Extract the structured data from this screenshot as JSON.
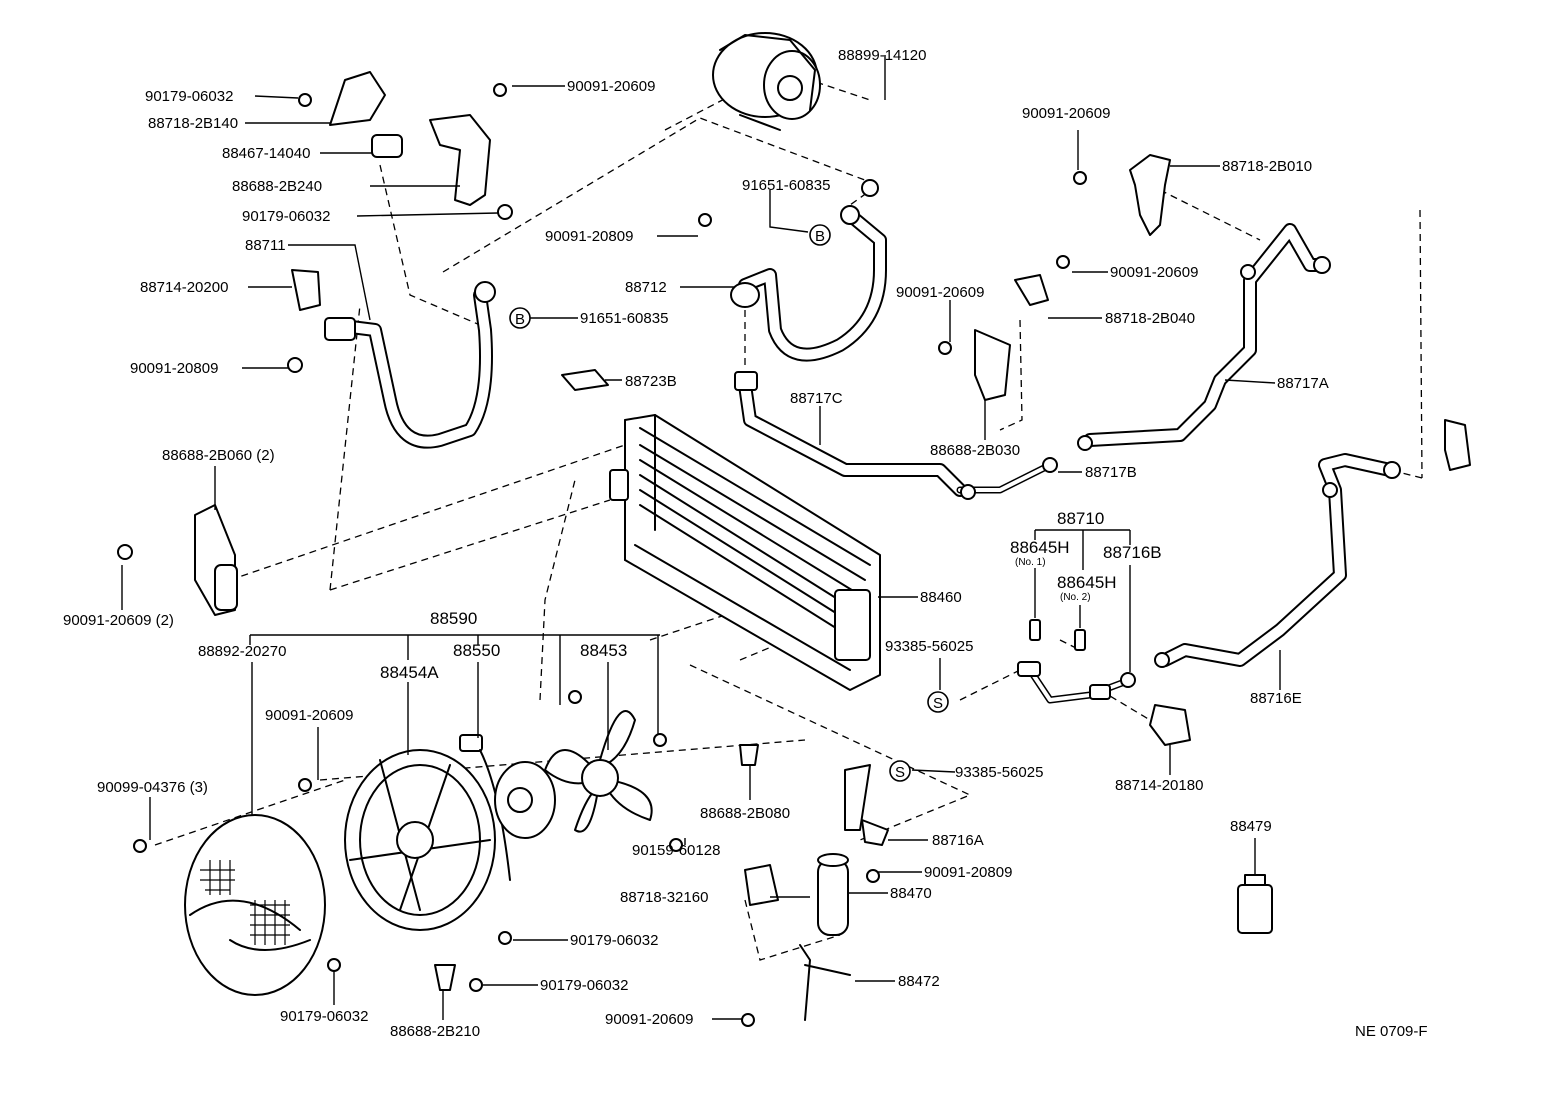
{
  "diagram_code": "NE 0709-F",
  "callouts": {
    "B": "B",
    "S": "S"
  },
  "labels": {
    "p_90179_06032_a": "90179-06032",
    "p_88718_2B140": "88718-2B140",
    "p_88467_14040": "88467-14040",
    "p_88688_2B240": "88688-2B240",
    "p_90179_06032_b": "90179-06032",
    "p_88711": "88711",
    "p_88714_20200": "88714-20200",
    "p_90091_20809_a": "90091-20809",
    "p_90091_20609_top": "90091-20609",
    "p_88899_14120": "88899-14120",
    "p_91651_60835_a": "91651-60835",
    "p_90091_20809_b": "90091-20809",
    "p_88712": "88712",
    "p_91651_60835_b": "91651-60835",
    "p_88723B": "88723B",
    "p_90091_20609_r1": "90091-20609",
    "p_88718_2B010": "88718-2B010",
    "p_90091_20609_r2": "90091-20609",
    "p_90091_20609_r3": "90091-20609",
    "p_88718_2B040": "88718-2B040",
    "p_88717A": "88717A",
    "p_88717C": "88717C",
    "p_88688_2B030": "88688-2B030",
    "p_88717B": "88717B",
    "p_88688_2B060": "88688-2B060 (2)",
    "p_90091_20609_2": "90091-20609 (2)",
    "p_88710": "88710",
    "p_88645H_1": "88645H",
    "p_88645H_1_sub": "(No. 1)",
    "p_88645H_2": "88645H",
    "p_88645H_2_sub": "(No. 2)",
    "p_88716B": "88716B",
    "p_88460": "88460",
    "p_93385_56025_a": "93385-56025",
    "p_93385_56025_b": "93385-56025",
    "p_88716E": "88716E",
    "p_88714_20180": "88714-20180",
    "p_88590": "88590",
    "p_88892_20270": "88892-20270",
    "p_88454A": "88454A",
    "p_88550": "88550",
    "p_88453": "88453",
    "p_90091_20609_fan": "90091-20609",
    "p_90099_04376": "90099-04376 (3)",
    "p_88688_2B080": "88688-2B080",
    "p_90159_60128": "90159-60128",
    "p_88716A": "88716A",
    "p_90091_20809_c": "90091-20809",
    "p_88470": "88470",
    "p_88479": "88479",
    "p_88718_32160": "88718-32160",
    "p_90179_06032_c": "90179-06032",
    "p_90179_06032_d": "90179-06032",
    "p_90179_06032_e": "90179-06032",
    "p_88688_2B210": "88688-2B210",
    "p_88472": "88472",
    "p_90091_20609_bot": "90091-20609"
  }
}
